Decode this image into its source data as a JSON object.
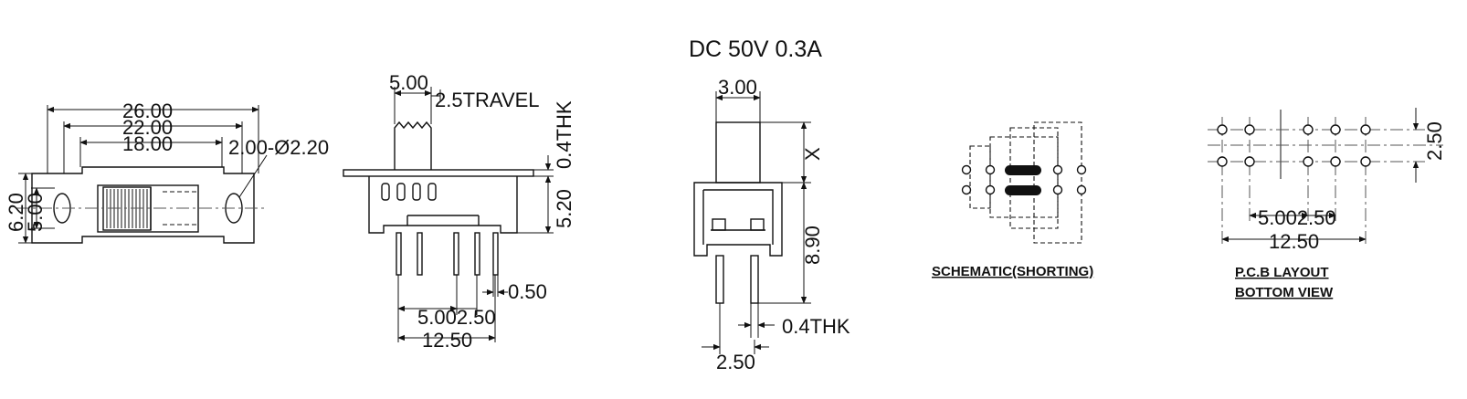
{
  "rating": "DC  50V  0.3A",
  "front_view": {
    "dim_26": "26.00",
    "dim_22": "22.00",
    "dim_18": "18.00",
    "hole": "2.00-Ø2.20",
    "dim_620": "6.20",
    "dim_500": "5.00"
  },
  "side_view": {
    "dim_actuator": "5.00",
    "travel": "2.5TRAVEL",
    "thk": "0.4THK",
    "dim_520": "5.20",
    "dim_050": "0.50",
    "pitch": "5.002.50",
    "span": "12.50"
  },
  "end_view": {
    "dim_300": "3.00",
    "dim_x": "X",
    "dim_890": "8.90",
    "thk": "0.4THK",
    "dim_250": "2.50"
  },
  "schematic": {
    "caption": "SCHEMATIC(SHORTING)"
  },
  "pcb": {
    "dim_250": "2.50",
    "pitch": "5.002.50",
    "span": "12.50",
    "caption_1": "P.C.B LAYOUT",
    "caption_2": "BOTTOM VIEW"
  }
}
